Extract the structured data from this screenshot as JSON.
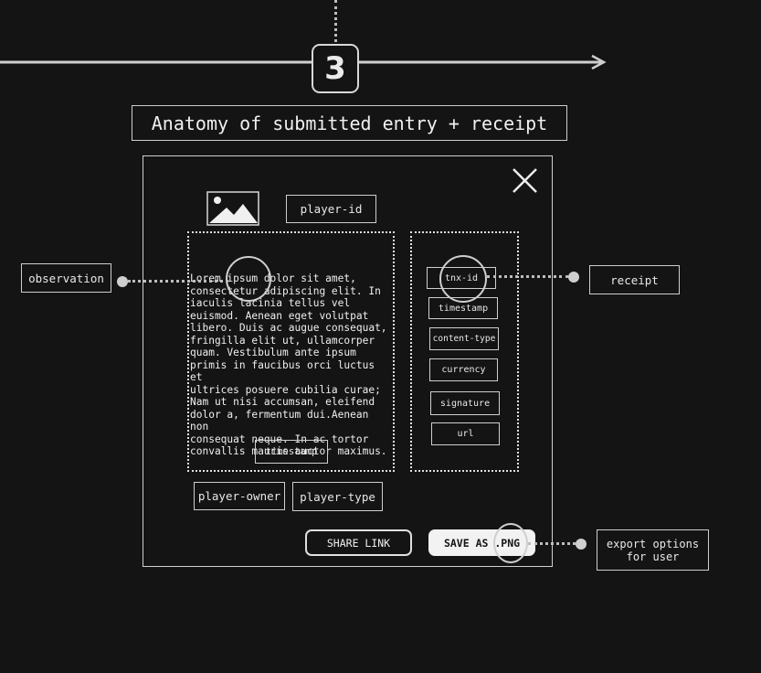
{
  "step": {
    "number": "3"
  },
  "title": "Anatomy of submitted entry + receipt",
  "modal": {
    "close_icon": "close-icon",
    "image_icon": "image-placeholder-icon",
    "player_id": "player-id",
    "lorem_text": "Lorem ipsum dolor sit amet,\nconsectetur adipiscing elit. In\niaculis lacinia tellus vel\neuismod. Aenean eget volutpat\nlibero. Duis ac augue consequat,\nfringilla elit ut, ullamcorper\nquam. Vestibulum ante ipsum\nprimis in faucibus orci luctus et\nultrices posuere cubilia curae;\nNam ut nisi accumsan, eleifend\ndolor a, fermentum dui.Aenean non\nconsequat neque. In ac tortor\nconvallis mauris auctor maximus.",
    "entry_timestamp": "timestamp",
    "player_owner": "player-owner",
    "player_type": "player-type",
    "receipt_fields": [
      "tnx-id",
      "timestamp",
      "content-type",
      "currency",
      "signature",
      "url"
    ],
    "share_link": "SHARE LINK",
    "save_png": "SAVE AS .PNG"
  },
  "annotations": {
    "observation": "observation",
    "receipt": "receipt",
    "export_options": "export options\nfor user"
  },
  "colors": {
    "background": "#141414",
    "stroke": "#cfcfcf",
    "save_button_fill": "#f2f2f2"
  }
}
